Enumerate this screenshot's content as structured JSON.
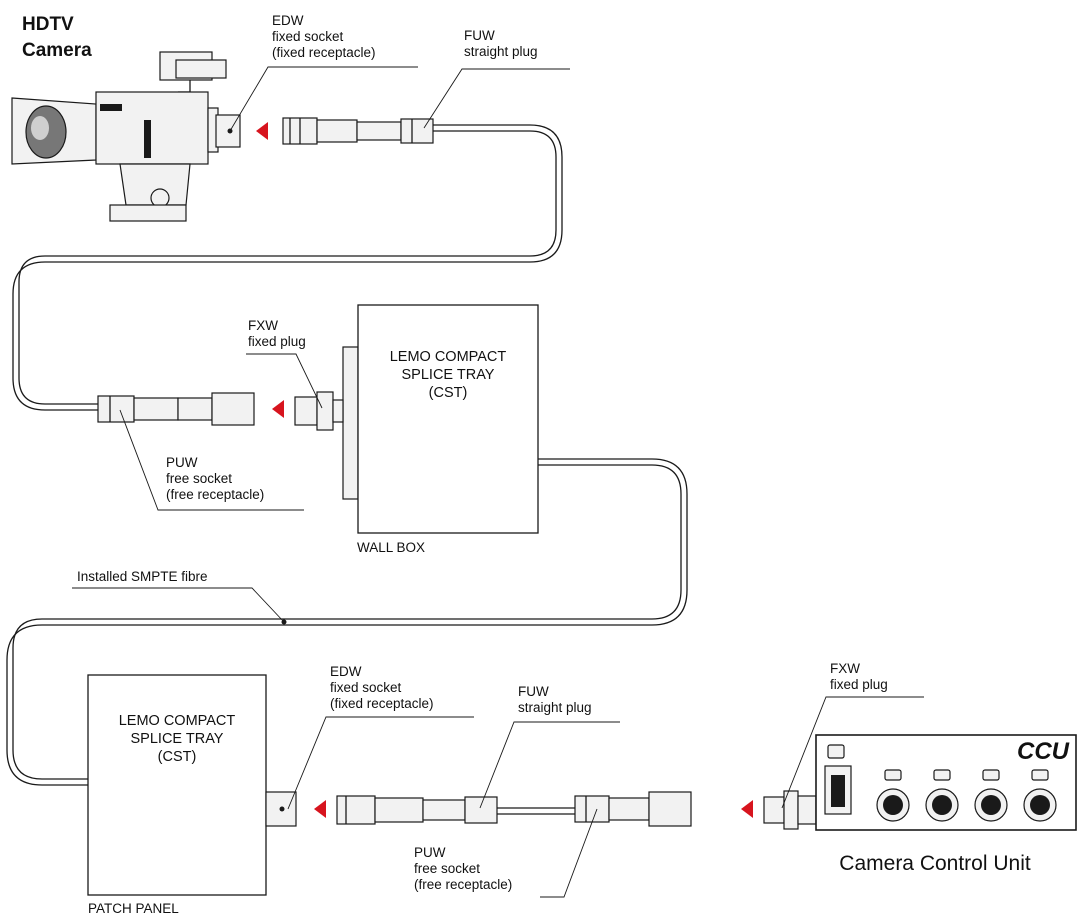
{
  "camera": {
    "title_line1": "HDTV",
    "title_line2": "Camera"
  },
  "top_socket": {
    "name": "EDW",
    "desc1": "fixed socket",
    "desc2": "(fixed receptacle)"
  },
  "top_plug": {
    "name": "FUW",
    "desc1": "straight plug"
  },
  "wall_plug": {
    "name": "FXW",
    "desc1": "fixed plug"
  },
  "wall_tray": {
    "line1": "LEMO COMPACT",
    "line2": "SPLICE TRAY",
    "line3": "(CST)",
    "caption": "WALL BOX"
  },
  "wall_free_socket": {
    "name": "PUW",
    "desc1": "free socket",
    "desc2": "(free receptacle)"
  },
  "fibre_label": "Installed SMPTE fibre",
  "patch_tray": {
    "line1": "LEMO COMPACT",
    "line2": "SPLICE TRAY",
    "line3": "(CST)",
    "caption": "PATCH PANEL"
  },
  "bottom_socket": {
    "name": "EDW",
    "desc1": "fixed socket",
    "desc2": "(fixed receptacle)"
  },
  "bottom_plug": {
    "name": "FUW",
    "desc1": "straight plug"
  },
  "bottom_free_socket": {
    "name": "PUW",
    "desc1": "free socket",
    "desc2": "(free receptacle)"
  },
  "ccu_plug": {
    "name": "FXW",
    "desc1": "fixed plug"
  },
  "ccu": {
    "logo": "CCU",
    "caption": "Camera Control Unit"
  },
  "colors": {
    "arrow": "#d7141e",
    "line": "#1a1a1a"
  }
}
